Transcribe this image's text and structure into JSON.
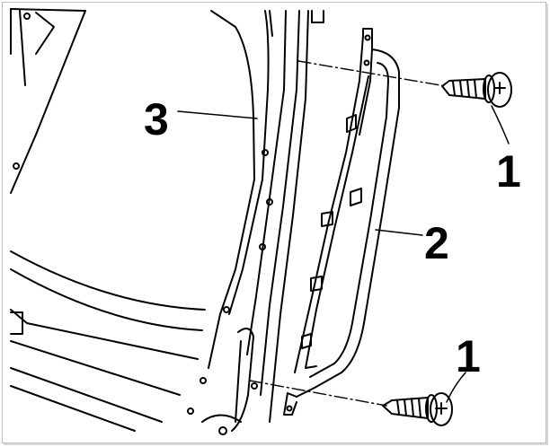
{
  "callouts": {
    "screw_top": "1",
    "screw_bottom": "1",
    "guide_rail": "2",
    "door_frame": "3"
  },
  "colors": {
    "line": "#000000",
    "background": "#ffffff",
    "frame_border": "#bdbdbd"
  }
}
